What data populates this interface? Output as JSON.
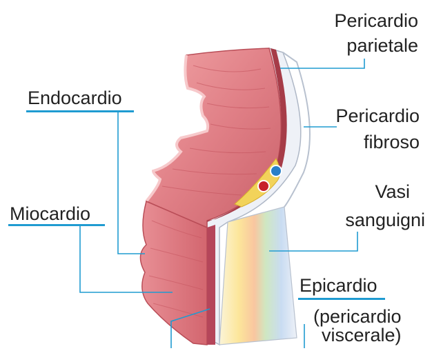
{
  "labels": {
    "pericardio_parietale": {
      "line1": "Pericardio",
      "line2": "parietale"
    },
    "endocardio": "Endocardio",
    "pericardio_fibroso": {
      "line1": "Pericardio",
      "line2": "fibroso"
    },
    "vasi_sanguigni": {
      "line1": "Vasi",
      "line2": "sanguigni"
    },
    "miocardio": "Miocardio",
    "epicardio": "Epicardio",
    "pericardio_viscerale": {
      "line1": "(pericardio",
      "line2": "viscerale)"
    }
  },
  "colors": {
    "leader_line": "#1f9bd1",
    "muscle": "#e07f86",
    "muscle_dark": "#c85a62",
    "membrane": "#eef1f7",
    "artery": "#c8202a",
    "vein": "#2a7fc8",
    "fat": "#f2d35a"
  }
}
